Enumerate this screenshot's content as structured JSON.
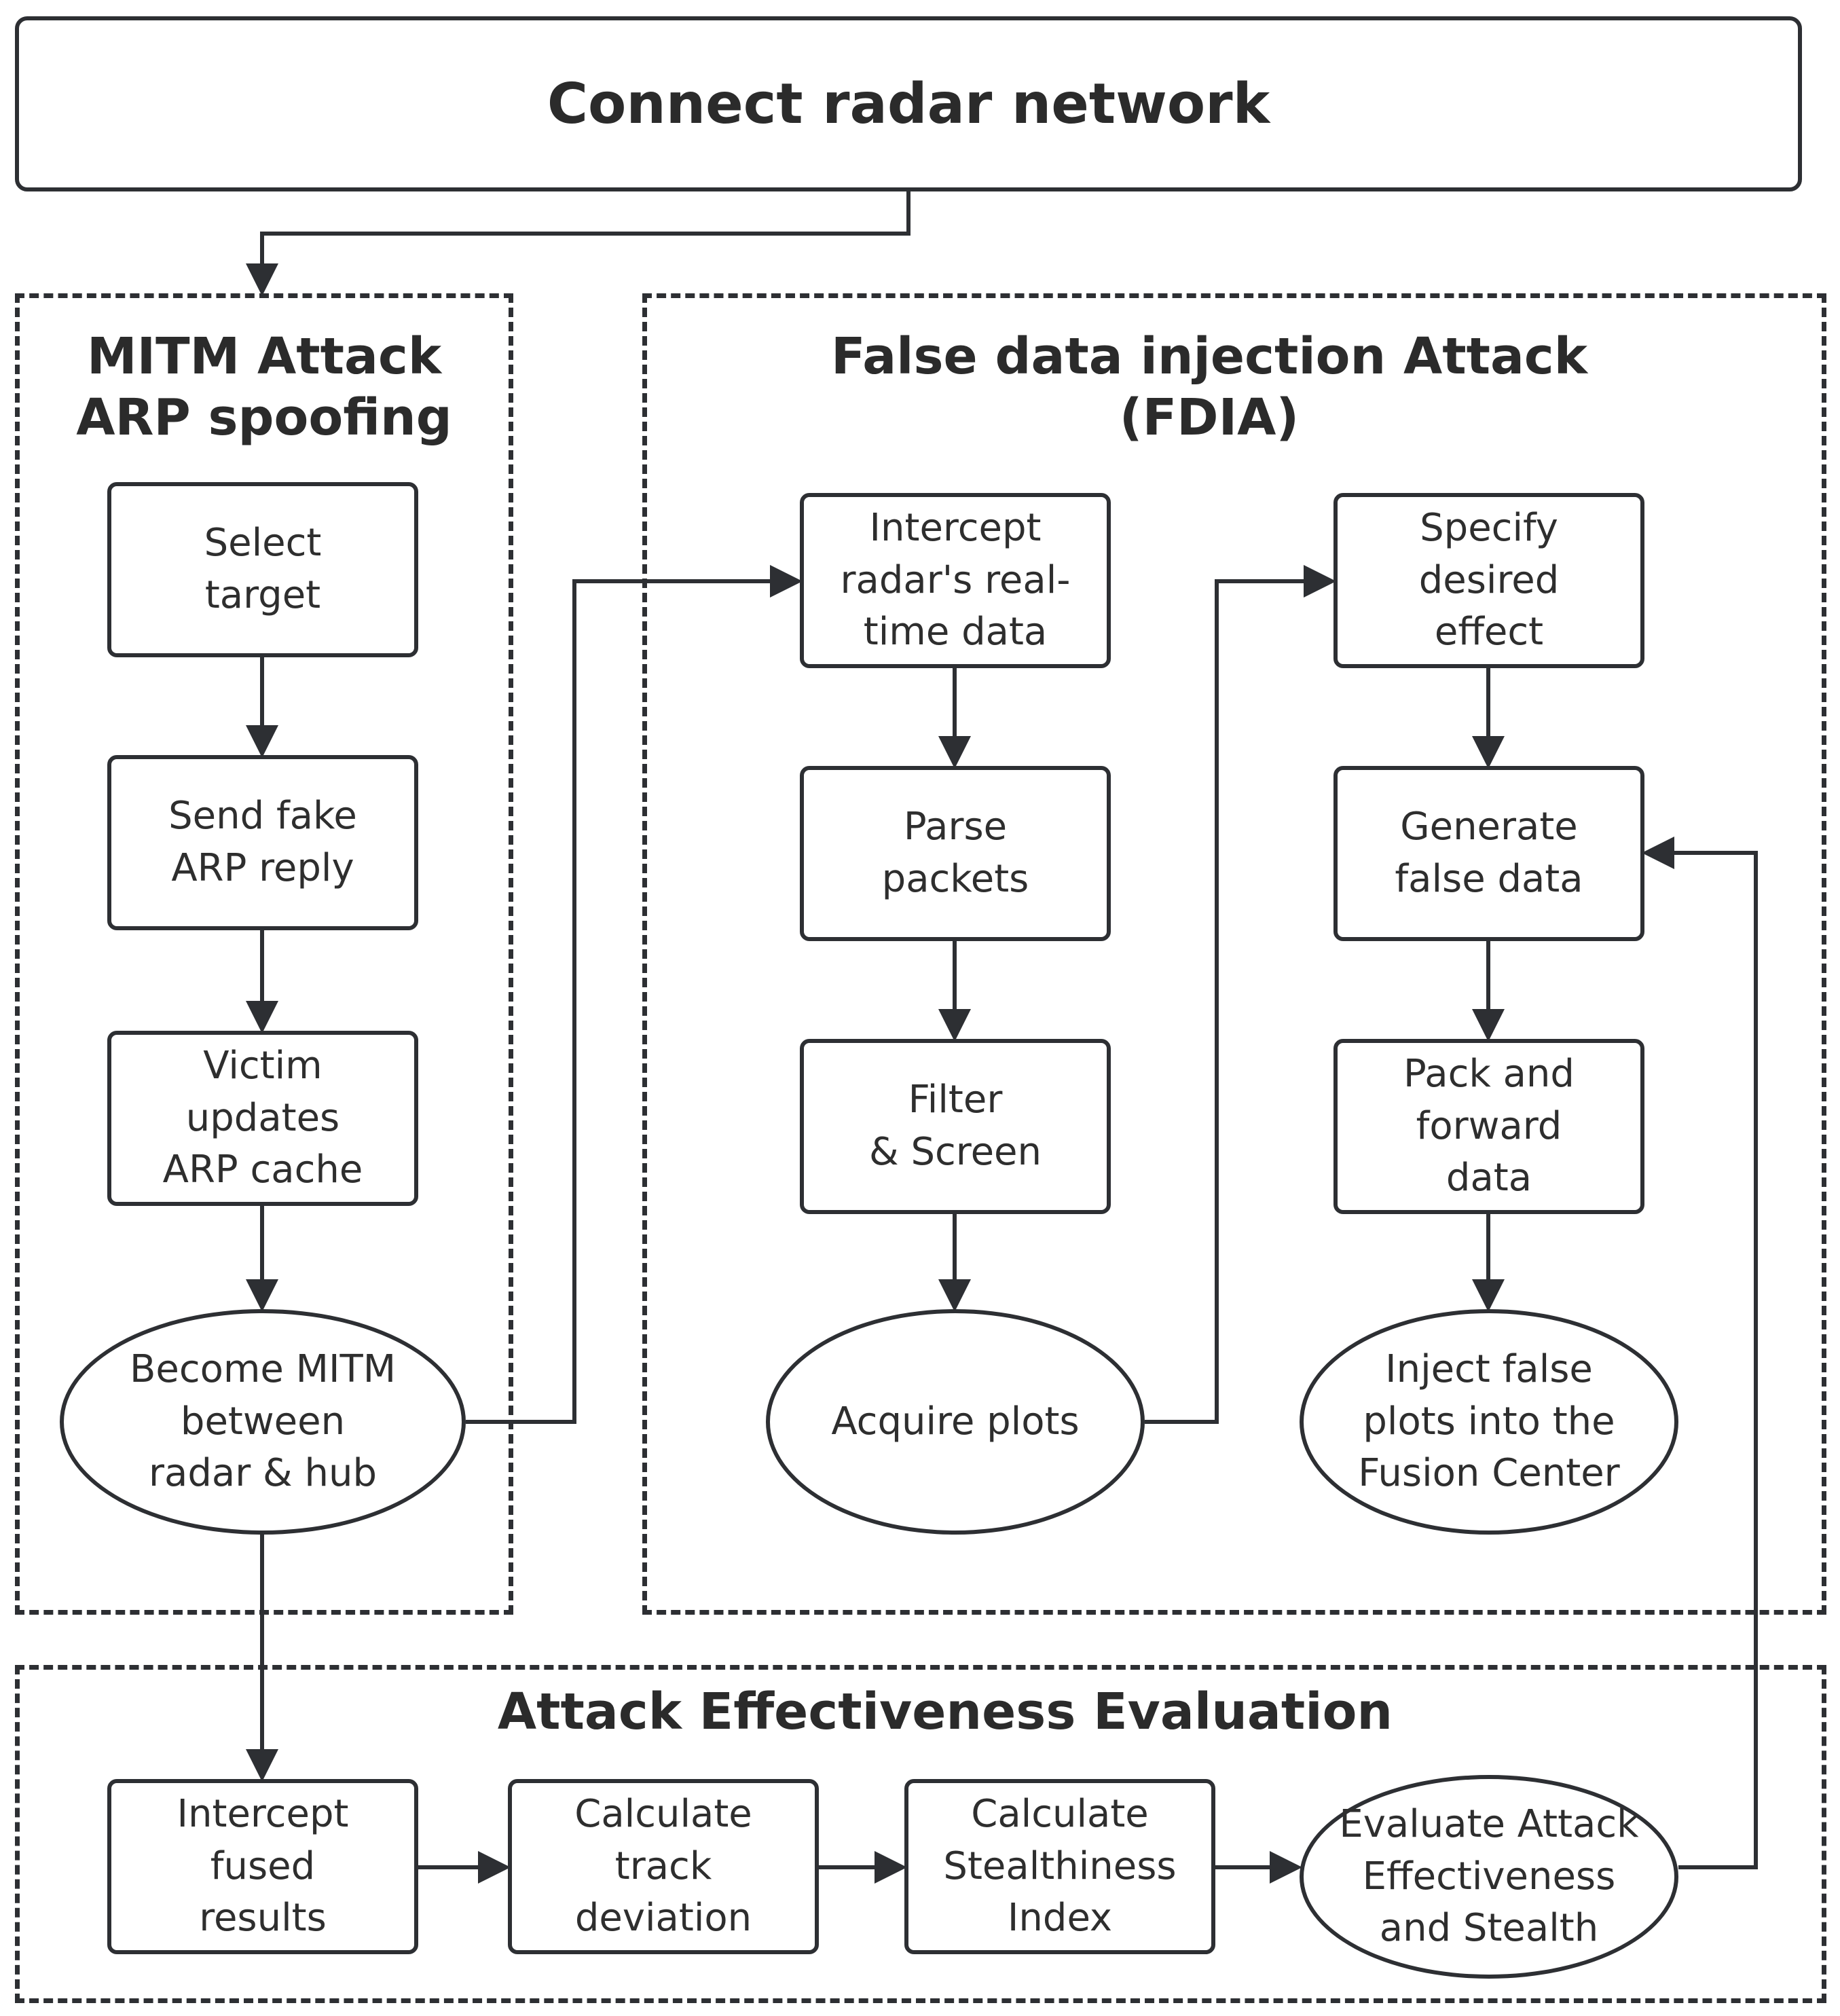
{
  "header": {
    "title": "Connect radar network"
  },
  "groups": {
    "mitm": {
      "title": "MITM Attack\nARP spoofing"
    },
    "fdia": {
      "title": "False data injection Attack\n(FDIA)"
    },
    "eval": {
      "title": "Attack Effectiveness Evaluation"
    }
  },
  "nodes": {
    "select_target": "Select\ntarget",
    "send_fake_arp": "Send fake\nARP reply",
    "victim_updates": "Victim\nupdates\nARP cache",
    "become_mitm": "Become MITM\nbetween\nradar & hub",
    "intercept_realtime": "Intercept\nradar's real-\ntime data",
    "parse_packets": "Parse\npackets",
    "filter_screen": "Filter\n& Screen",
    "acquire_plots": "Acquire plots",
    "specify_effect": "Specify\ndesired\neffect",
    "generate_false": "Generate\nfalse data",
    "pack_forward": "Pack and\nforward\ndata",
    "inject_false": "Inject false\nplots into the\nFusion Center",
    "intercept_fused": "Intercept\nfused\nresults",
    "calc_track": "Calculate\ntrack\ndeviation",
    "calc_stealth": "Calculate\nStealthiness\nIndex",
    "evaluate": "Evaluate Attack\nEffectiveness\nand Stealth"
  },
  "colors": {
    "stroke": "#2d2f33",
    "text": "#2b2b2b",
    "background": "#ffffff"
  }
}
